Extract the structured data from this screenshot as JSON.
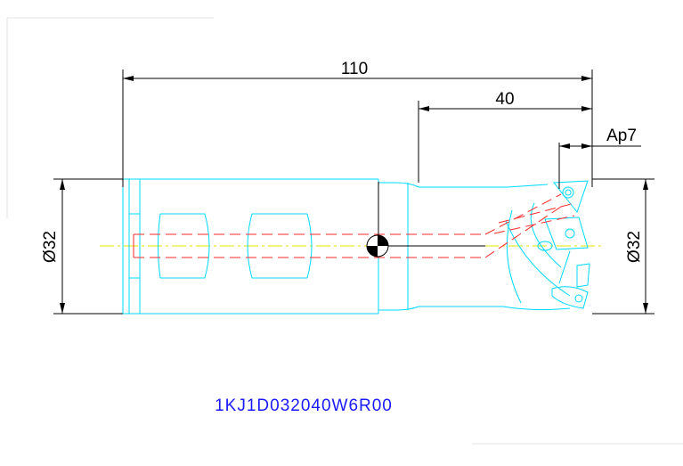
{
  "dimensions": {
    "overall_length": "110",
    "head_length": "40",
    "ap": "Ap7",
    "shank_diameter": "Ø32",
    "cutter_diameter": "Ø32"
  },
  "part_code": "1KJ1D032040W6R00",
  "colors": {
    "outline": "#00d8ff",
    "coolant": "#ff2a2a",
    "centerline": "#e6e600",
    "dimension": "#000000",
    "part_code": "#1a1aff"
  }
}
